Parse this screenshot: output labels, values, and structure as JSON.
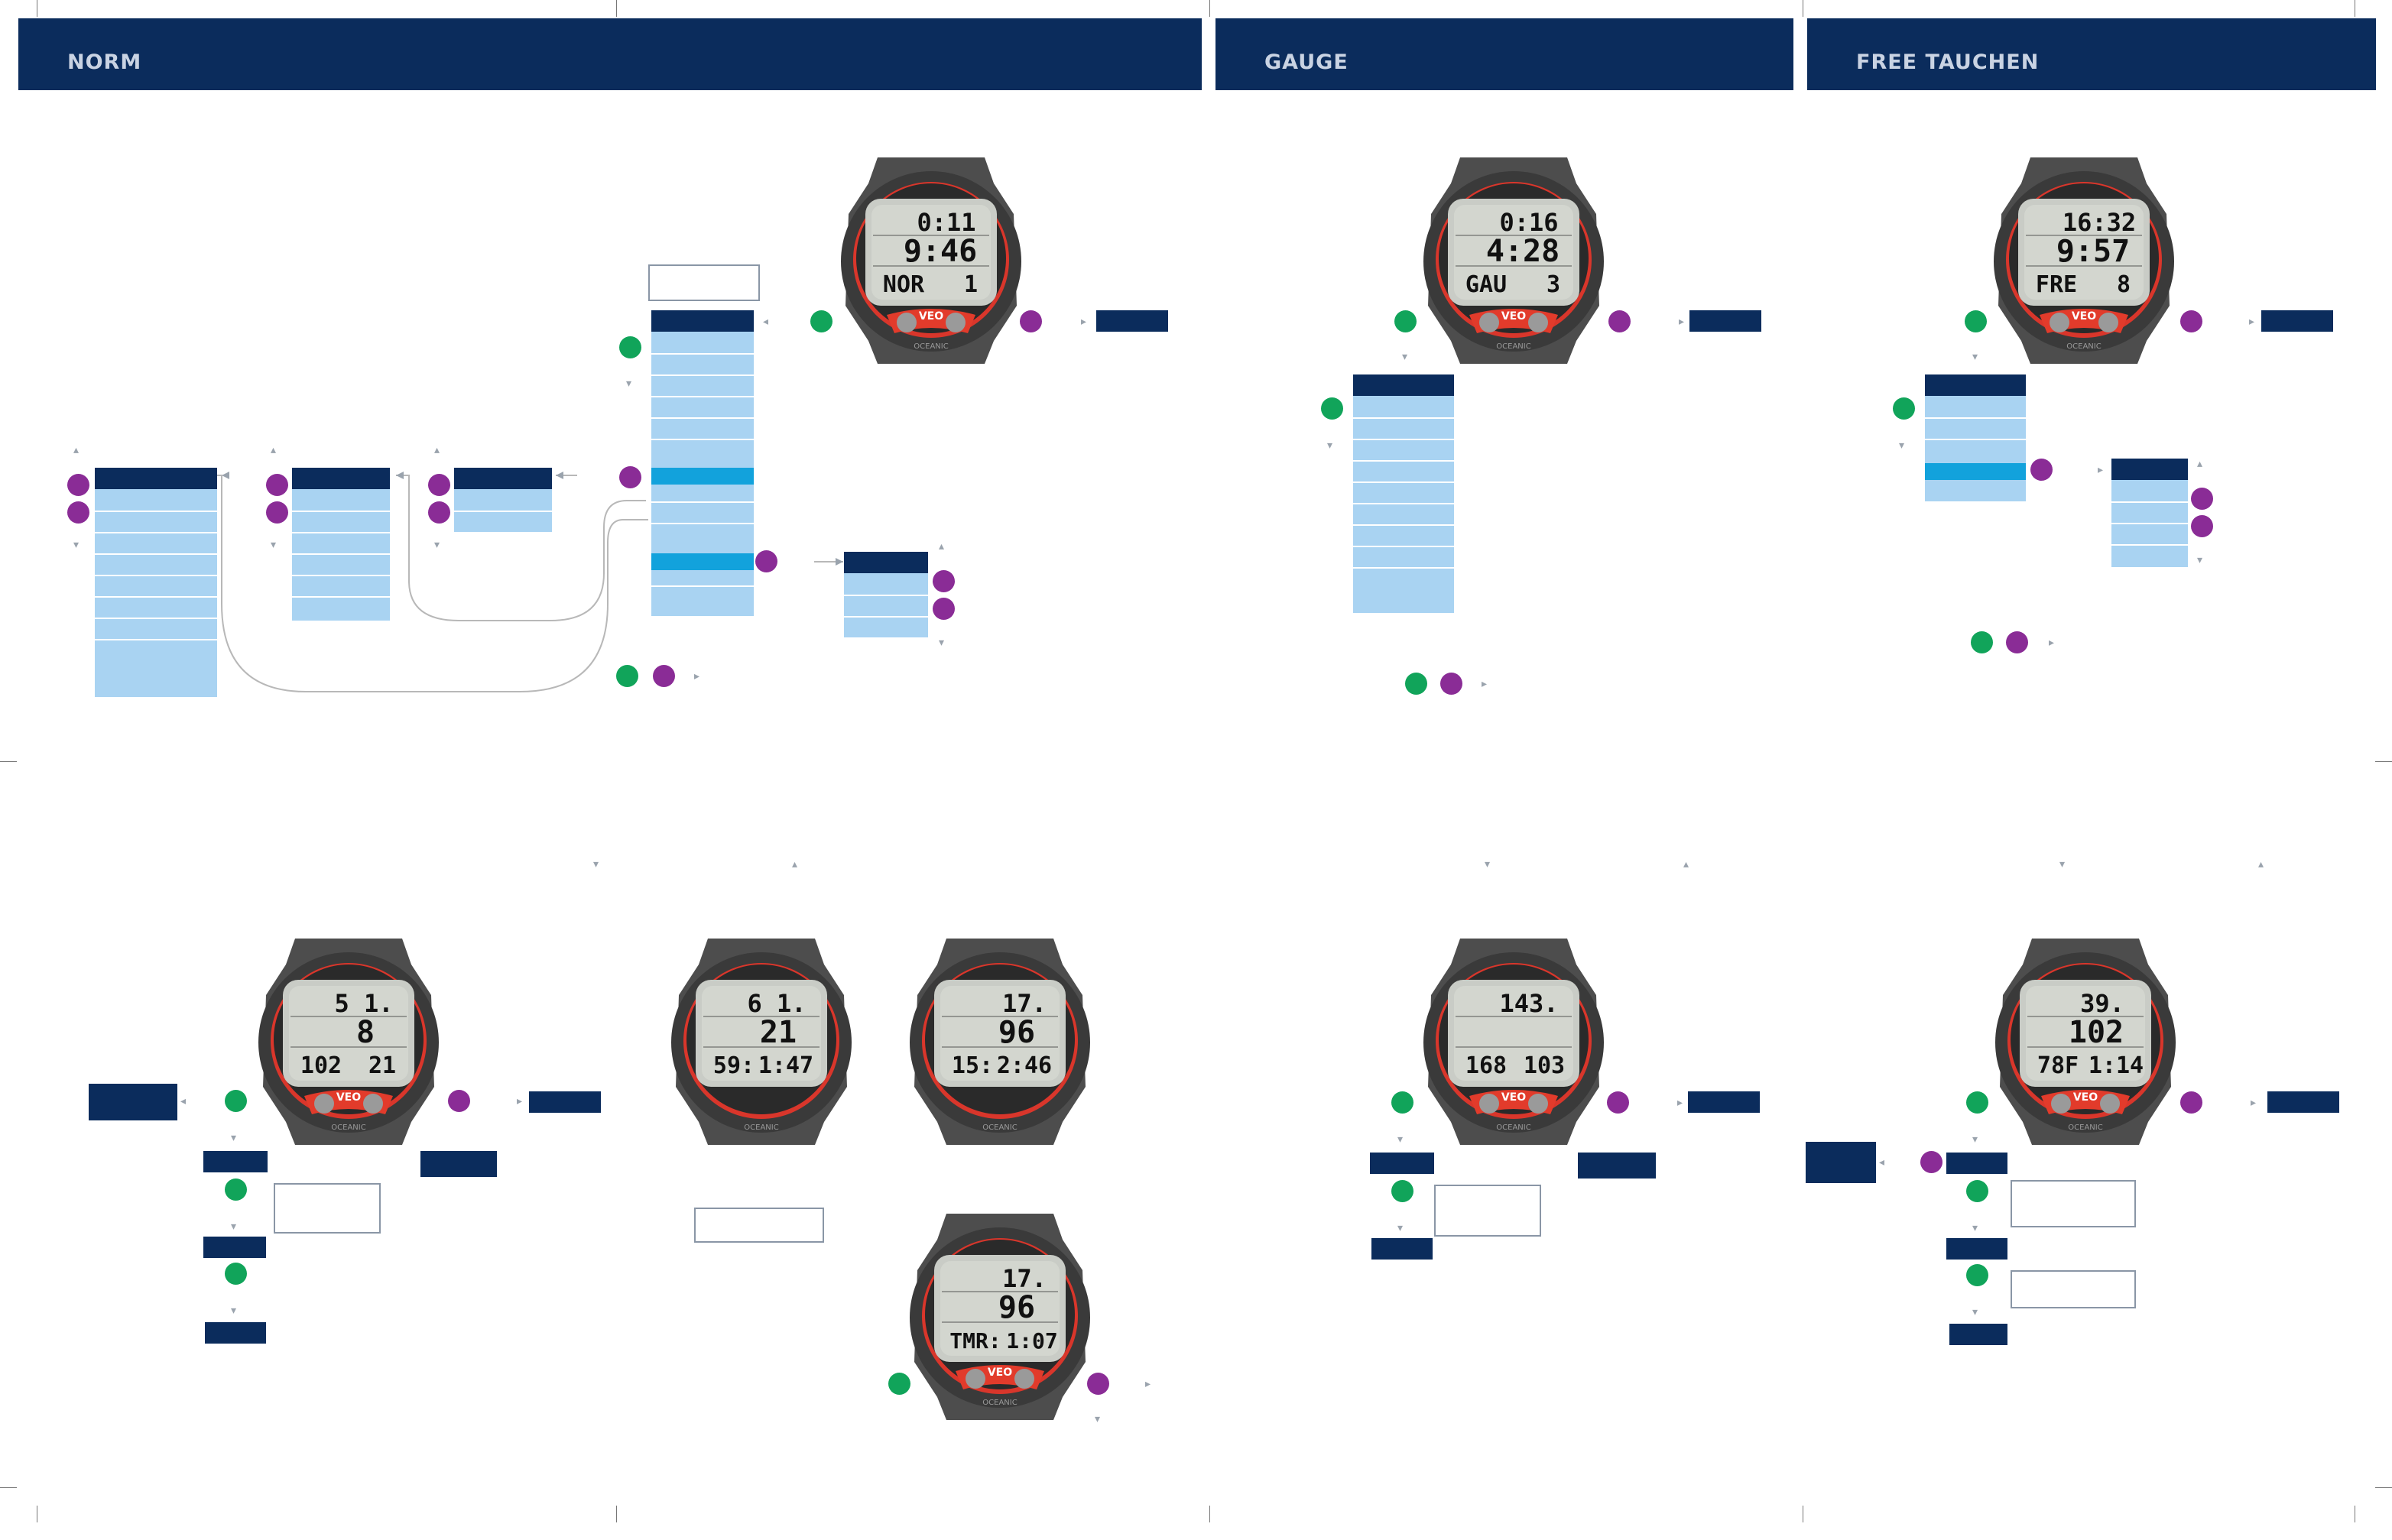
{
  "headers": {
    "norm": "NORM",
    "gauge": "GAUGE",
    "free": "FREE TAUCHEN"
  },
  "brand": {
    "model": "VEO",
    "maker": "OCEANIC"
  },
  "colors": {
    "header_navy": "#0b2c5c",
    "menu_light_blue": "#a9d3f2",
    "menu_highlight": "#12a2dc",
    "button_green": "#11a45a",
    "button_purple": "#8a2c96",
    "watch_bezel_red": "#d9362b"
  },
  "watches": {
    "norm_main": {
      "top": "0:11",
      "mid": "9:46",
      "bot_left": "NOR",
      "bot_right": "1"
    },
    "gauge_main": {
      "top": "0:16",
      "mid": "4:28",
      "bot_left": "GAU",
      "bot_right": "3"
    },
    "free_main": {
      "top": "16:32",
      "mid": "9:57",
      "bot_left": "FRE",
      "bot_right": "8"
    },
    "norm_dive1": {
      "top": "5 1.",
      "mid": "8",
      "bot_left": "102",
      "bot_right": "21"
    },
    "norm_dive2": {
      "top": "6 1.",
      "mid": "21",
      "bot_left": "59:",
      "bot_right": "1:47"
    },
    "norm_dive3": {
      "top": "17.",
      "mid": "96",
      "bot_left": "15:",
      "bot_right": "2:46"
    },
    "norm_dive4": {
      "top": "17.",
      "mid": "96",
      "bot_left": "TMR:",
      "bot_right": "1:07"
    },
    "gauge_dive": {
      "top": "143.",
      "mid": "",
      "bot_left": "168",
      "bot_right": "103"
    },
    "free_dive": {
      "top": "39.",
      "mid": "102",
      "bot_left": "78F",
      "bot_right": "1:14"
    }
  }
}
